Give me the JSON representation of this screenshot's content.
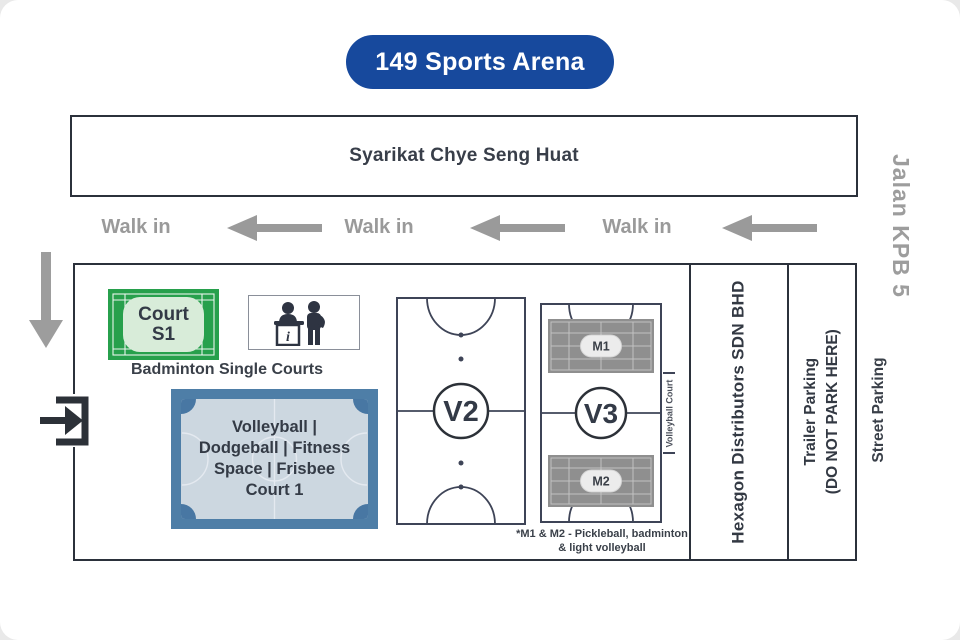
{
  "title": "149 Sports Arena",
  "colors": {
    "pill_bg": "#17499d",
    "pill_text": "#ffffff",
    "dark_text": "#3a4049",
    "gray": "#9a9a9a",
    "map_line": "#2b313b",
    "court_outline": "#3e4457",
    "court_s1_green": "#27a04c",
    "court_s1_blob": "#d8ecd9",
    "court1_blue": "#4e7ea7",
    "court1_inner": "#ccd7e0",
    "m_court_gray": "#8f8f8f",
    "icon_navy": "#2e3442"
  },
  "building": {
    "label": "Syarikat Chye Seng Huat"
  },
  "walk_in_label": "Walk in",
  "roads": {
    "jalan": "Jalan KPB 5",
    "street_parking": "Street Parking"
  },
  "info_desk": {
    "letter": "i"
  },
  "courts": {
    "s1": {
      "line1": "Court",
      "line2": "S1",
      "caption": "Badminton Single Courts"
    },
    "court1": {
      "lines": [
        "Volleyball |",
        "Dodgeball | Fitness",
        "Space | Frisbee",
        "Court 1"
      ]
    },
    "v2": {
      "label": "V2"
    },
    "v3": {
      "label": "V3",
      "side_label": "Volleyball Court",
      "m1": "M1",
      "m2": "M2"
    },
    "note": {
      "line1": "*M1 & M2 - Pickleball, badminton",
      "line2": "& light volleyball"
    }
  },
  "neighbors": {
    "hexagon": "Hexagon Distributors SDN BHD",
    "trailer": {
      "line1": "Trailer Parking",
      "line2": "(DO NOT PARK HERE)"
    }
  }
}
